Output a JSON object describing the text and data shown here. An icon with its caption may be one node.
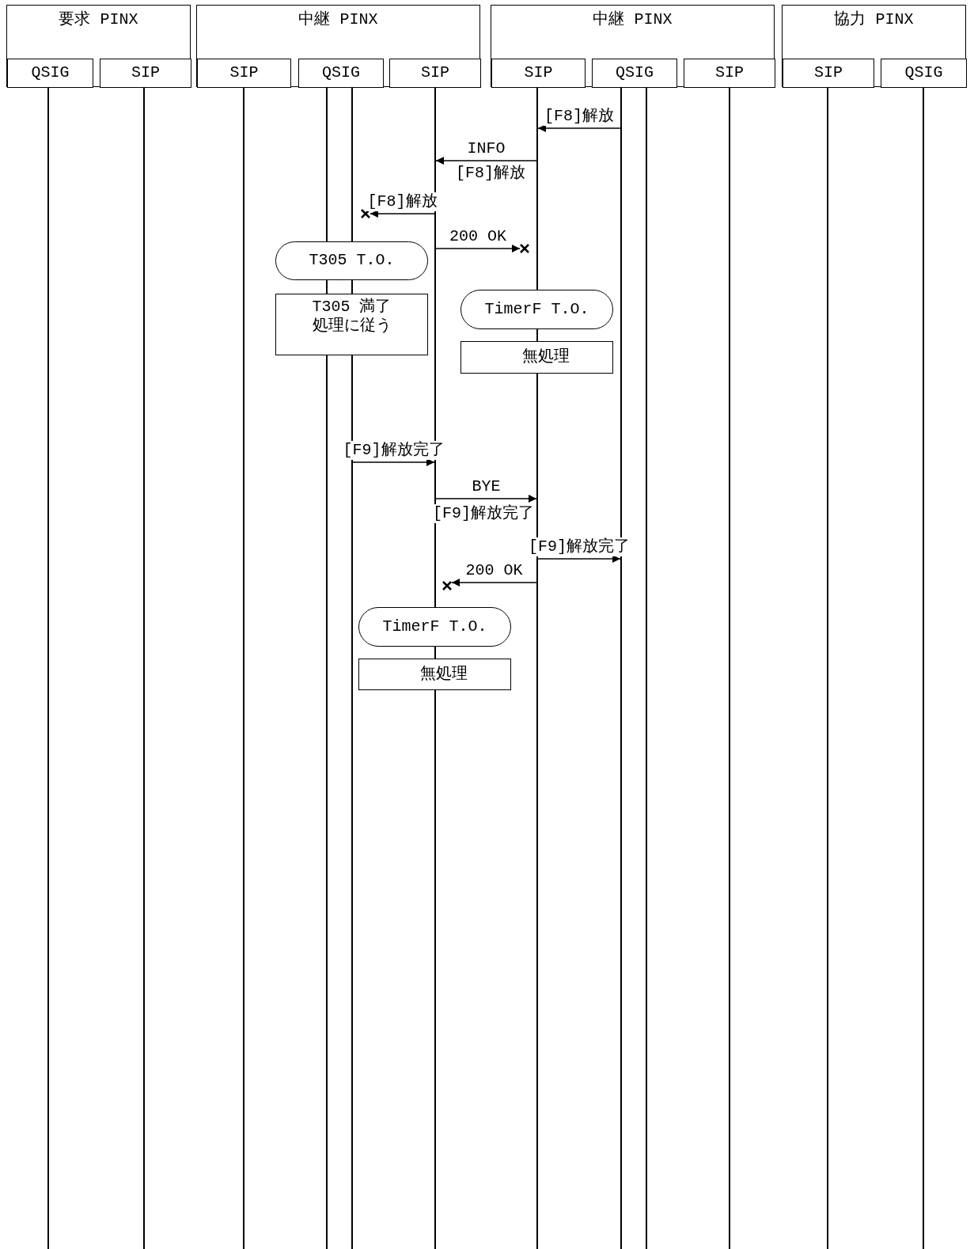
{
  "diagram": {
    "nodes": [
      {
        "text": [
          "要求 PINX"
        ]
      },
      {
        "text": [
          "QSIG"
        ],
        "in": 0
      },
      {
        "text": [
          "SIP"
        ],
        "in": 0
      },
      {
        "text": [
          "中継 PINX"
        ]
      },
      {
        "text": [
          "SIP"
        ],
        "in": 3
      },
      {
        "text": [
          "QSIG"
        ],
        "in": 3
      },
      {
        "text": [
          "SIP"
        ],
        "in": 3
      },
      {
        "text": [
          "中継 PINX"
        ]
      },
      {
        "text": [
          "SIP"
        ],
        "in": 7
      },
      {
        "text": [
          "QSIG"
        ],
        "in": 7
      },
      {
        "text": [
          "SIP"
        ],
        "in": 7
      },
      {
        "text": [
          "協力 PINX"
        ]
      },
      {
        "text": [
          "SIP"
        ],
        "in": 11
      },
      {
        "text": [
          "QSIG"
        ],
        "in": 11
      },
      {
        "text": [
          "T305 T.O."
        ]
      },
      {
        "text": [
          "T305 満了処理に従う"
        ]
      },
      {
        "text": [
          "TimerF T.O."
        ]
      },
      {
        "text": [
          "無処理"
        ]
      },
      {
        "text": [
          "TimerF T.O."
        ]
      },
      {
        "text": [
          "無処理"
        ]
      },
      {
        "text": [],
        "shape": "cross"
      },
      {
        "text": [],
        "shape": "cross"
      },
      {
        "text": [],
        "shape": "cross"
      },
      {
        "text": [],
        "shape": "line"
      },
      {
        "text": [],
        "shape": "line"
      },
      {
        "text": [],
        "shape": "line"
      },
      {
        "text": [],
        "shape": "line"
      },
      {
        "text": [],
        "shape": "line"
      },
      {
        "text": [],
        "shape": "line"
      },
      {
        "text": [],
        "shape": "line"
      },
      {
        "text": [],
        "shape": "line"
      },
      {
        "text": [],
        "shape": "line"
      },
      {
        "text": [],
        "shape": "line"
      },
      {
        "text": [],
        "shape": "line"
      },
      {
        "text": [],
        "shape": "line"
      }
    ],
    "edges": [
      {
        "from": 30,
        "to": 29,
        "arrow": "to",
        "label": "[F8]解放"
      },
      {
        "from": 29,
        "to": 28,
        "arrow": "to",
        "label": "INFO"
      },
      {
        "from": 28,
        "to": 20,
        "arrow": "to",
        "label": "[F8]解放"
      },
      {
        "from": 28,
        "to": 21,
        "arrow": "to",
        "label": "200 OK"
      },
      {
        "from": 27,
        "to": 28,
        "arrow": "to",
        "label": "[F9]解放完了"
      },
      {
        "from": 28,
        "to": 29,
        "arrow": "to",
        "label": "BYE"
      },
      {
        "from": 29,
        "to": 30,
        "arrow": "to",
        "label": "[F9]解放完了"
      },
      {
        "from": 29,
        "to": 22,
        "arrow": "to",
        "label": "200 OK"
      }
    ],
    "labels": [
      "[F8]解放",
      "[F9]解放完了"
    ]
  }
}
